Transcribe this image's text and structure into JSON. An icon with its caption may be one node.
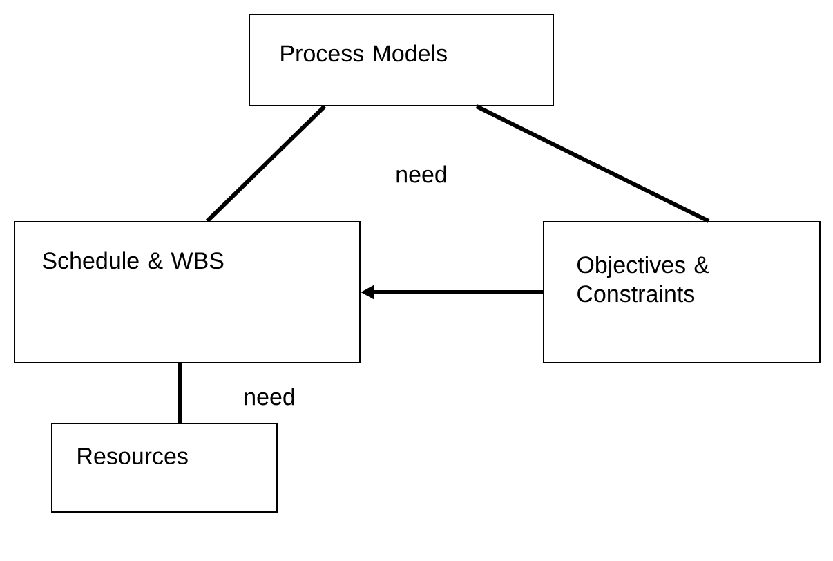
{
  "diagram": {
    "nodes": [
      {
        "text": [
          "Process Models"
        ]
      },
      {
        "text": [
          "Schedule & WBS"
        ]
      },
      {
        "text": [
          "Objectives & Constraints"
        ]
      },
      {
        "text": [
          "Resources"
        ]
      }
    ],
    "edges": [
      {
        "from": 0,
        "to": 1,
        "arrow": "none"
      },
      {
        "from": 0,
        "to": 2,
        "arrow": "none"
      },
      {
        "from": 2,
        "to": 1,
        "arrow": "to"
      },
      {
        "from": 1,
        "to": 3,
        "arrow": "none",
        "label": "need"
      }
    ],
    "labels": [
      "need"
    ]
  }
}
